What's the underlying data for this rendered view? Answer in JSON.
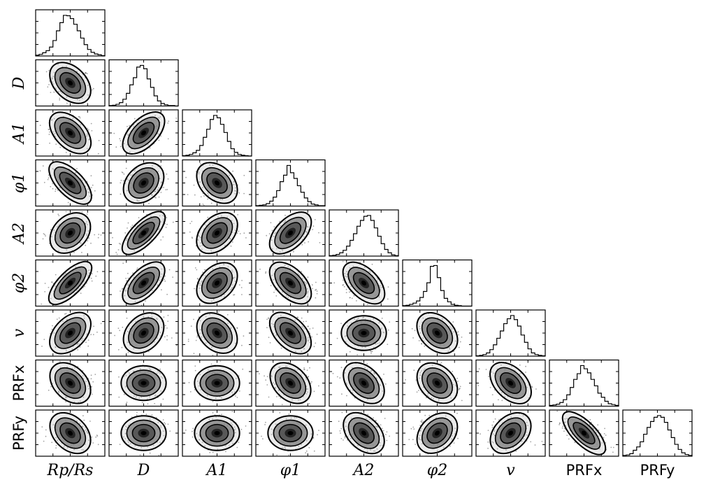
{
  "chart_data": {
    "type": "corner",
    "parameters": [
      {
        "key": "rp_rs",
        "label": "Rp/Rs",
        "x_label": "Rp/Rs",
        "y_label": ""
      },
      {
        "key": "D",
        "label": "D",
        "x_label": "D",
        "y_label": "D"
      },
      {
        "key": "A1",
        "label": "A1",
        "x_label": "A1",
        "y_label": "A1"
      },
      {
        "key": "phi1",
        "label": "φ1",
        "x_label": "φ1",
        "y_label": "φ1"
      },
      {
        "key": "A2",
        "label": "A2",
        "x_label": "A2",
        "y_label": "A2"
      },
      {
        "key": "phi2",
        "label": "φ2",
        "x_label": "φ2",
        "y_label": "φ2"
      },
      {
        "key": "v",
        "label": "v",
        "x_label": "v",
        "y_label": "v"
      },
      {
        "key": "PRFx",
        "label": "PRFx",
        "x_label": "PRFx",
        "y_label": "PRFx"
      },
      {
        "key": "PRFy",
        "label": "PRFy",
        "x_label": "PRFy",
        "y_label": "PRFy"
      }
    ],
    "histograms": [
      [
        2,
        4,
        8,
        13,
        22,
        38,
        62,
        82,
        100,
        99,
        92,
        78,
        62,
        44,
        28,
        16,
        9,
        5,
        3,
        1
      ],
      [
        1,
        2,
        4,
        8,
        16,
        30,
        50,
        67,
        92,
        96,
        88,
        64,
        44,
        24,
        12,
        6,
        3,
        1,
        1,
        0
      ],
      [
        1,
        2,
        4,
        8,
        14,
        26,
        46,
        66,
        90,
        100,
        94,
        78,
        58,
        36,
        18,
        9,
        4,
        2,
        1,
        0
      ],
      [
        1,
        2,
        3,
        6,
        12,
        22,
        38,
        60,
        76,
        100,
        82,
        68,
        50,
        34,
        20,
        11,
        5,
        3,
        1,
        1
      ],
      [
        1,
        2,
        4,
        8,
        14,
        24,
        38,
        54,
        72,
        86,
        96,
        98,
        86,
        68,
        48,
        30,
        16,
        8,
        3,
        1
      ],
      [
        1,
        2,
        4,
        7,
        12,
        20,
        34,
        54,
        92,
        94,
        66,
        36,
        18,
        10,
        4,
        2,
        1,
        0,
        0,
        0
      ],
      [
        1,
        2,
        4,
        8,
        16,
        28,
        44,
        62,
        80,
        92,
        100,
        90,
        74,
        52,
        34,
        18,
        8,
        4,
        2,
        1
      ],
      [
        2,
        3,
        5,
        9,
        16,
        28,
        46,
        66,
        80,
        100,
        92,
        82,
        66,
        50,
        32,
        22,
        12,
        6,
        4,
        2
      ],
      [
        2,
        3,
        6,
        14,
        22,
        34,
        52,
        68,
        82,
        92,
        96,
        92,
        80,
        62,
        44,
        28,
        16,
        8,
        4,
        2
      ]
    ],
    "pair_correlation": [
      [
        0,
        0,
        0,
        0,
        0,
        0,
        0,
        0,
        0
      ],
      [
        -0.15,
        0,
        0,
        0,
        0,
        0,
        0,
        0,
        0
      ],
      [
        -0.25,
        0.35,
        0,
        0,
        0,
        0,
        0,
        0,
        0
      ],
      [
        -0.45,
        0.05,
        -0.1,
        0,
        0,
        0,
        0,
        0,
        0
      ],
      [
        0.05,
        0.55,
        0.15,
        0.3,
        0,
        0,
        0,
        0,
        0
      ],
      [
        0.55,
        0.4,
        0.1,
        -0.3,
        -0.3,
        0,
        0,
        0,
        0
      ],
      [
        0.2,
        0.05,
        -0.05,
        -0.25,
        0,
        -0.1,
        0,
        0,
        0
      ],
      [
        -0.1,
        0,
        0,
        -0.1,
        -0.15,
        -0.05,
        -0.2,
        0,
        0
      ],
      [
        -0.1,
        0,
        0,
        0,
        -0.15,
        0.05,
        0.1,
        -0.55,
        0
      ]
    ],
    "contour_levels_sigma": [
      0.5,
      1.0,
      1.5,
      2.0
    ],
    "grid": false
  },
  "styles": {
    "line_color": "#000000",
    "scatter_color": "#555555",
    "fill_colors": [
      "#1a1a1a",
      "#4d4d4d",
      "#888888",
      "#c7c7c7"
    ]
  }
}
